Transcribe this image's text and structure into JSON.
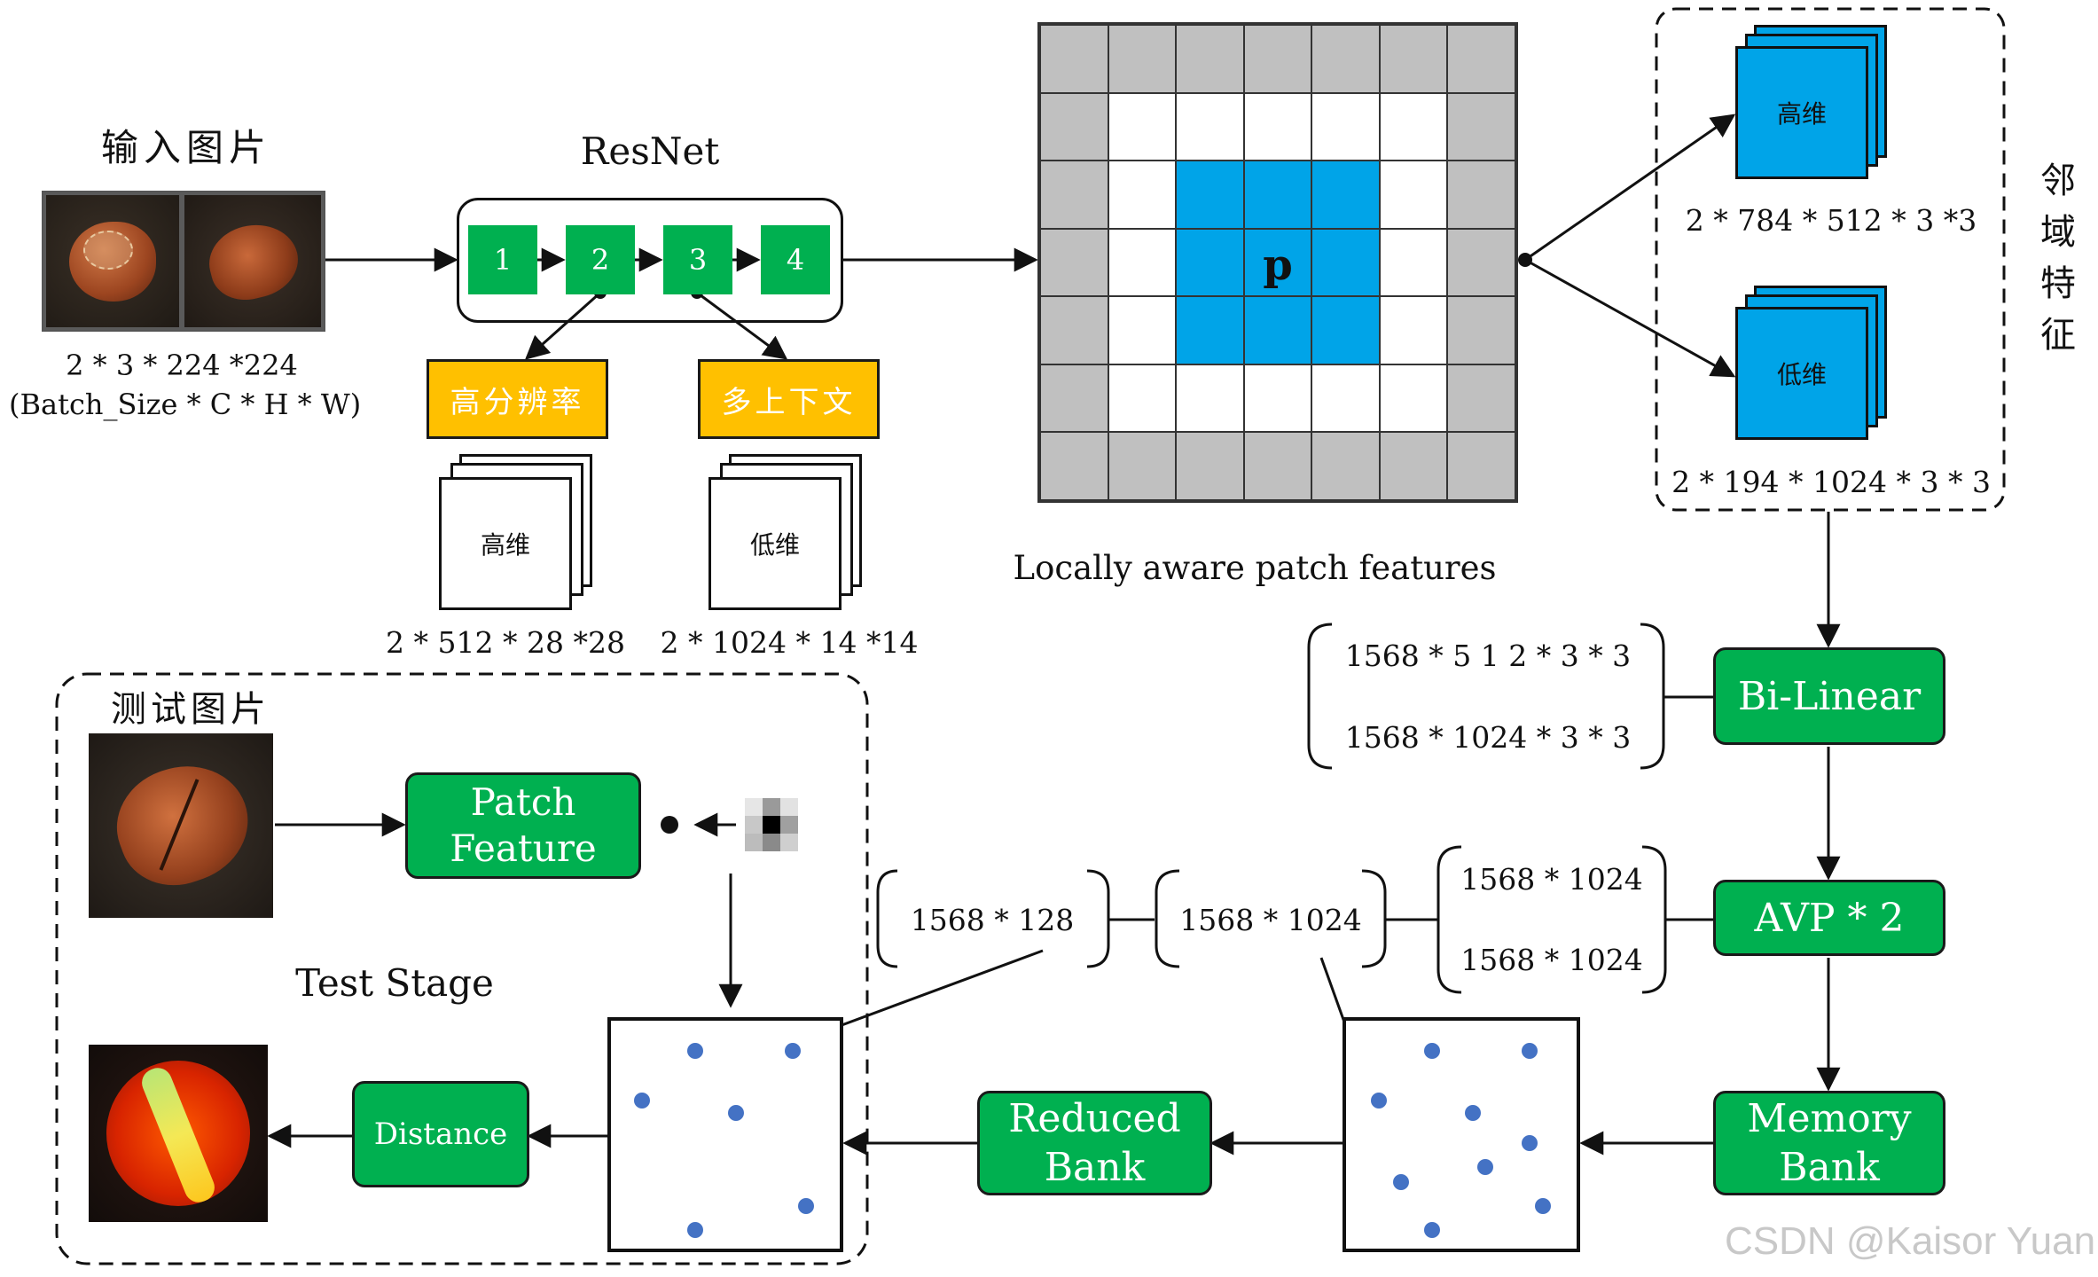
{
  "input": {
    "title": "输入图片",
    "size_line1": "2 * 3 * 224 *224",
    "size_line2": "(Batch_Size * C * H * W)"
  },
  "resnet": {
    "title": "ResNet",
    "stages": [
      "1",
      "2",
      "3",
      "4"
    ]
  },
  "branches": {
    "high_res_label": "高分辨率",
    "multi_context_label": "多上下文",
    "high_dim_map": "高维",
    "low_dim_map": "低维",
    "high_size": "2 * 512 * 28 *28",
    "low_size": "2 * 1024 * 14 *14"
  },
  "patch_grid": {
    "center_label": "p",
    "caption": "Locally aware patch features"
  },
  "neighborhood": {
    "high_dim": "高维",
    "high_size": "2 * 784 * 512 * 3 *3",
    "low_dim": "低维",
    "low_size": "2 * 194 * 1024 * 3 * 3",
    "side_label_chars": [
      "邻",
      "域",
      "特",
      "征"
    ]
  },
  "bilinear": {
    "label": "Bi-Linear",
    "input_1": "1568 * 5 1 2 * 3 * 3",
    "input_2": "1568 * 1024 * 3 * 3"
  },
  "avp": {
    "label": "AVP * 2",
    "output_1": "1568 * 1024",
    "output_2": "1568 * 1024"
  },
  "memory_bank": {
    "label_line1": "Memory",
    "label_line2": "Bank"
  },
  "reduced_bank": {
    "label_line1": "Reduced",
    "label_line2": "Bank"
  },
  "projection": {
    "full": "1568 * 1024",
    "reduced": "1568 * 128"
  },
  "test": {
    "title": "测试图片",
    "patch_feature_line1": "Patch",
    "patch_feature_line2": "Feature",
    "stage_label": "Test Stage",
    "distance": "Distance"
  },
  "watermark": "CSDN @Kaisor Yuan",
  "colors": {
    "green": "#00b050",
    "yellow": "#ffc000",
    "blue": "#00a4e8",
    "gray": "#c0c0c0",
    "dot": "#4472c4"
  }
}
